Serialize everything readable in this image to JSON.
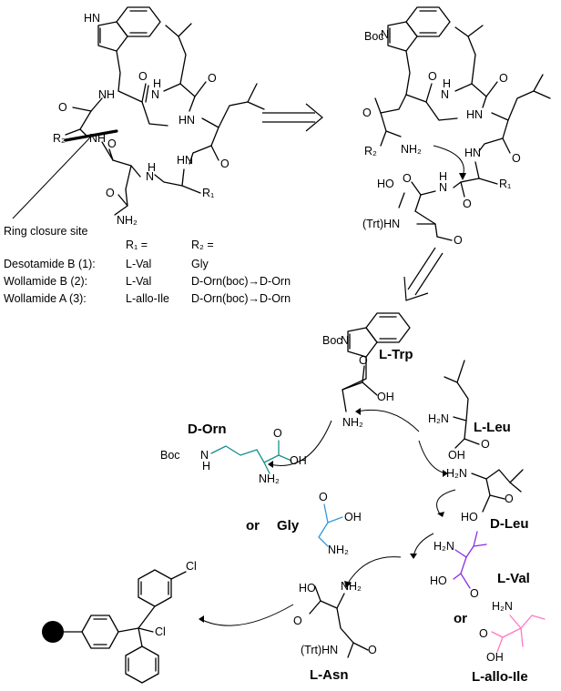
{
  "colors": {
    "black": "#000000",
    "purple": "#8a2be2",
    "pink": "#ff77c8",
    "teal": "#1a8f8f",
    "blue": "#3399dd"
  },
  "labels": {
    "ring_closure": "Ring closure site",
    "r1_header": "R₁ =",
    "r2_header": "R₂ =",
    "or1": "or",
    "or2": "or",
    "gly": "Gly"
  },
  "compounds": [
    {
      "name": "Desotamide B (1):",
      "r1": "L-Val",
      "r2": "Gly"
    },
    {
      "name": "Wollamide B (2):",
      "r1": "L-Val",
      "r2": "D-Orn(boc)→D-Orn"
    },
    {
      "name": "Wollamide A (3):",
      "r1": "L-allo-Ile",
      "r2": "D-Orn(boc)→D-Orn"
    }
  ],
  "residues": {
    "trp": "L-Trp",
    "orn": "D-Orn",
    "leu1": "L-Leu",
    "leu2": "D-Leu",
    "val": "L-Val",
    "asn": "L-Asn",
    "alloile": "L-allo-Ile"
  },
  "atoms": {
    "hn": "HN",
    "boc": "Boc",
    "nh": "NH",
    "n": "N",
    "h": "H",
    "o": "O",
    "oh": "OH",
    "ho": "HO",
    "nh2": "NH₂",
    "h2n": "H₂N",
    "r1": "R₁",
    "r2": "R₂",
    "trt_hn": "(Trt)HN",
    "cl": "Cl"
  }
}
